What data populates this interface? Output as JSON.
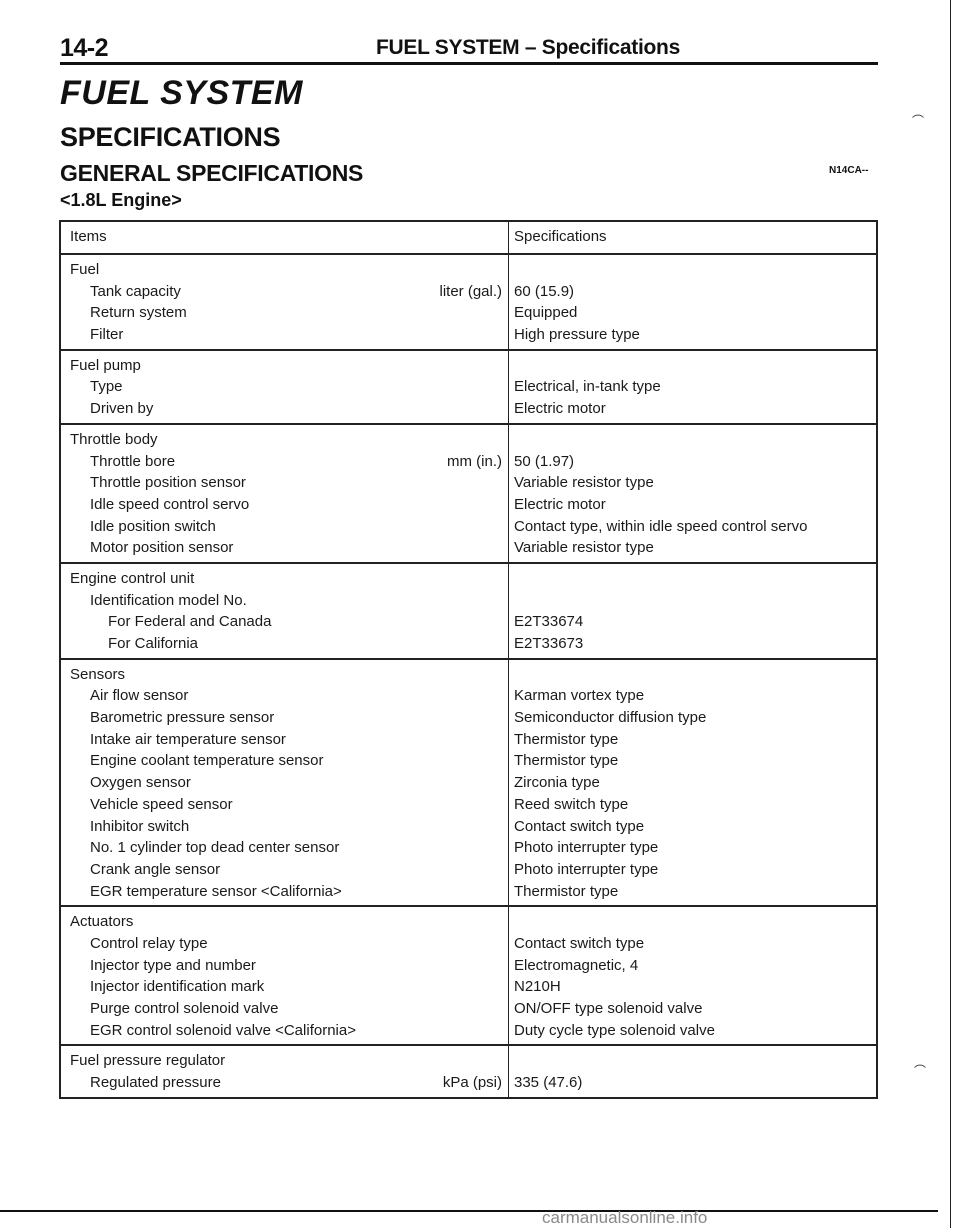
{
  "header": {
    "page_number": "14-2",
    "title": "FUEL SYSTEM – Specifications"
  },
  "title": "FUEL SYSTEM",
  "section": "SPECIFICATIONS",
  "subsection": "GENERAL SPECIFICATIONS",
  "code": "N14CA--",
  "engine": "<1.8L Engine>",
  "table": {
    "columns": [
      "Items",
      "Specifications"
    ],
    "groups": [
      {
        "name": "Fuel",
        "rows": [
          {
            "item": "Tank capacity",
            "unit": "liter (gal.)",
            "value": "60 (15.9)"
          },
          {
            "item": "Return system",
            "value": "Equipped"
          },
          {
            "item": "Filter",
            "value": "High pressure type"
          }
        ]
      },
      {
        "name": "Fuel pump",
        "rows": [
          {
            "item": "Type",
            "value": "Electrical, in-tank type"
          },
          {
            "item": "Driven by",
            "value": "Electric motor"
          }
        ]
      },
      {
        "name": "Throttle body",
        "rows": [
          {
            "item": "Throttle bore",
            "unit": "mm (in.)",
            "value": "50 (1.97)"
          },
          {
            "item": "Throttle position sensor",
            "value": "Variable resistor type"
          },
          {
            "item": "Idle speed control servo",
            "value": "Electric motor"
          },
          {
            "item": "Idle position switch",
            "value": "Contact type, within idle speed control servo"
          },
          {
            "item": "Motor position sensor",
            "value": "Variable resistor type"
          }
        ]
      },
      {
        "name": "Engine control unit",
        "subgroup": "Identification model No.",
        "rows": [
          {
            "item": "For Federal and Canada",
            "value": "E2T33674"
          },
          {
            "item": "For California",
            "value": "E2T33673"
          }
        ]
      },
      {
        "name": "Sensors",
        "rows": [
          {
            "item": "Air flow sensor",
            "value": "Karman vortex type"
          },
          {
            "item": "Barometric pressure sensor",
            "value": "Semiconductor diffusion type"
          },
          {
            "item": "Intake air temperature sensor",
            "value": "Thermistor type"
          },
          {
            "item": "Engine coolant temperature sensor",
            "value": "Thermistor type"
          },
          {
            "item": "Oxygen sensor",
            "value": "Zirconia type"
          },
          {
            "item": "Vehicle speed sensor",
            "value": "Reed switch type"
          },
          {
            "item": "Inhibitor switch",
            "value": "Contact switch type"
          },
          {
            "item": "No. 1 cylinder top dead center sensor",
            "value": "Photo interrupter type"
          },
          {
            "item": "Crank angle sensor",
            "value": "Photo interrupter type"
          },
          {
            "item": "EGR temperature sensor <California>",
            "value": "Thermistor type"
          }
        ]
      },
      {
        "name": "Actuators",
        "rows": [
          {
            "item": "Control relay type",
            "value": "Contact switch type"
          },
          {
            "item": "Injector type and number",
            "value": "Electromagnetic, 4"
          },
          {
            "item": "Injector identification mark",
            "value": "N210H"
          },
          {
            "item": "Purge control solenoid valve",
            "value": "ON/OFF type solenoid valve"
          },
          {
            "item": "EGR control solenoid valve <California>",
            "value": "Duty cycle type solenoid valve"
          }
        ]
      },
      {
        "name": "Fuel pressure regulator",
        "rows": [
          {
            "item": "Regulated pressure",
            "unit": "kPa (psi)",
            "value": "335 (47.6)"
          }
        ]
      }
    ]
  },
  "footer": {
    "watermark": "carmanualsonline.info"
  }
}
